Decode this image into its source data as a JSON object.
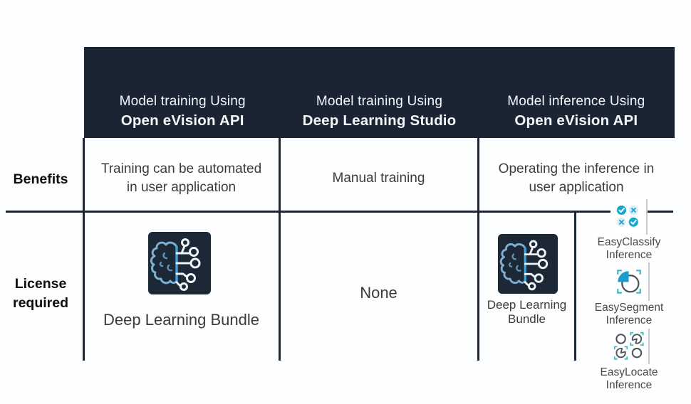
{
  "colors": {
    "header_bg": "#1b2433",
    "grid_line": "#1d2634",
    "teal_accent": "#17a6cd",
    "icon_tile_bg": "#1c2836",
    "brain_blue": "#7fb0d0"
  },
  "header": {
    "columns": [
      {
        "line1": "Model training Using",
        "line2": "Open eVision API"
      },
      {
        "line1": "Model training Using",
        "line2": "Deep Learning Studio"
      },
      {
        "line1": "Model inference Using",
        "line2": "Open eVision API"
      }
    ]
  },
  "row_labels": {
    "benefits": "Benefits",
    "license_line1": "License",
    "license_line2": "required"
  },
  "benefits": {
    "col1_line1": "Training can be automated",
    "col1_line2": "in user application",
    "col2": "Manual training",
    "col3_line1": "Operating the inference in",
    "col3_line2": "user application"
  },
  "license": {
    "col1_label": "Deep Learning Bundle",
    "col2_label": "None",
    "col3_bundle_line1": "Deep Learning",
    "col3_bundle_line2": "Bundle",
    "col3_items": [
      {
        "line1": "EasyClassify",
        "line2": "Inference",
        "icon": "easyclassify-icon"
      },
      {
        "line1": "EasySegment",
        "line2": "Inference",
        "icon": "easysegment-icon"
      },
      {
        "line1": "EasyLocate",
        "line2": "Inference",
        "icon": "easylocate-icon"
      }
    ]
  }
}
